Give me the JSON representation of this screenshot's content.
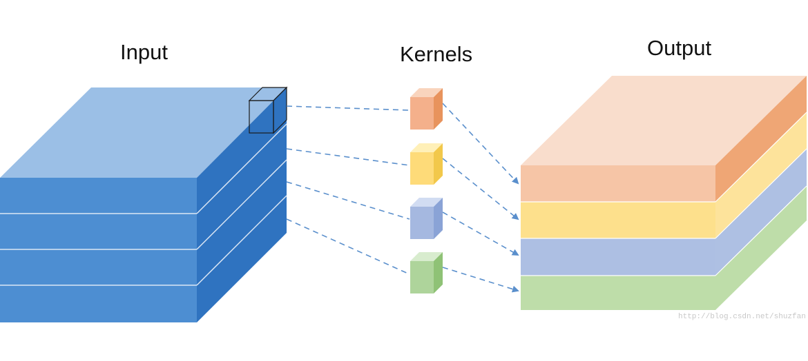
{
  "titles": {
    "input": "Input",
    "kernels": "Kernels",
    "output": "Output"
  },
  "watermark": "http://blog.csdn.net/shuzfan",
  "colors": {
    "input_front": "#4d8ed2",
    "input_top": "#9bbfe6",
    "input_side": "#2f73c0",
    "connector": "#5a8fcc",
    "kernel_orange": "#f4b08b",
    "kernel_yellow": "#fedb79",
    "kernel_blue": "#a5b8e0",
    "kernel_green": "#aed49b",
    "output_orange": "#f6c5a6",
    "output_yellow": "#fde08c",
    "output_blue": "#adbfe3",
    "output_green": "#bedda9"
  },
  "input_layers": 4,
  "kernels": [
    "orange",
    "yellow",
    "blue",
    "green"
  ],
  "output_layers": [
    "orange",
    "yellow",
    "blue",
    "green"
  ]
}
